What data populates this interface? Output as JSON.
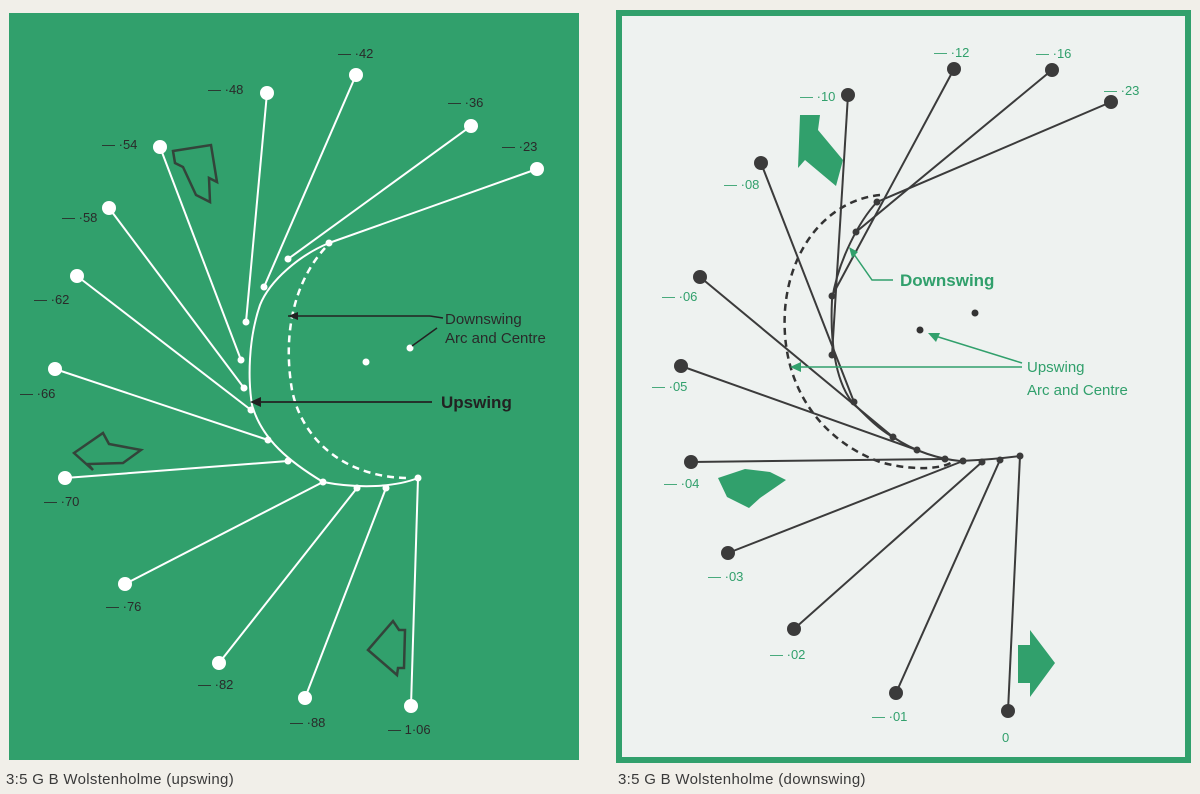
{
  "colors": {
    "green": "#31a06c",
    "white": "#ffffff",
    "dark": "#3b3b3b",
    "paper": "#eef2f0"
  },
  "left_panel": {
    "caption": "3:5 G B Wolstenholme (upswing)",
    "annotation_downswing": "Downswing",
    "annotation_arc_centre": "Arc and Centre",
    "annotation_upswing": "Upswing",
    "time_labels": [
      "— ·42",
      "— ·48",
      "— ·36",
      "— ·54",
      "— ·23",
      "— ·58",
      "— ·62",
      "— ·66",
      "— ·70",
      "— ·76",
      "— ·82",
      "— ·88",
      "— 1·06"
    ]
  },
  "right_panel": {
    "caption": "3:5 G B Wolstenholme (downswing)",
    "annotation_downswing": "Downswing",
    "annotation_upswing": "Upswing",
    "annotation_arc_centre": "Arc and Centre",
    "time_labels": [
      "— ·12",
      "— ·16",
      "— ·10",
      "— ·23",
      "— ·08",
      "— ·06",
      "— ·05",
      "— ·04",
      "— ·03",
      "— ·02",
      "— ·01",
      "0"
    ]
  }
}
